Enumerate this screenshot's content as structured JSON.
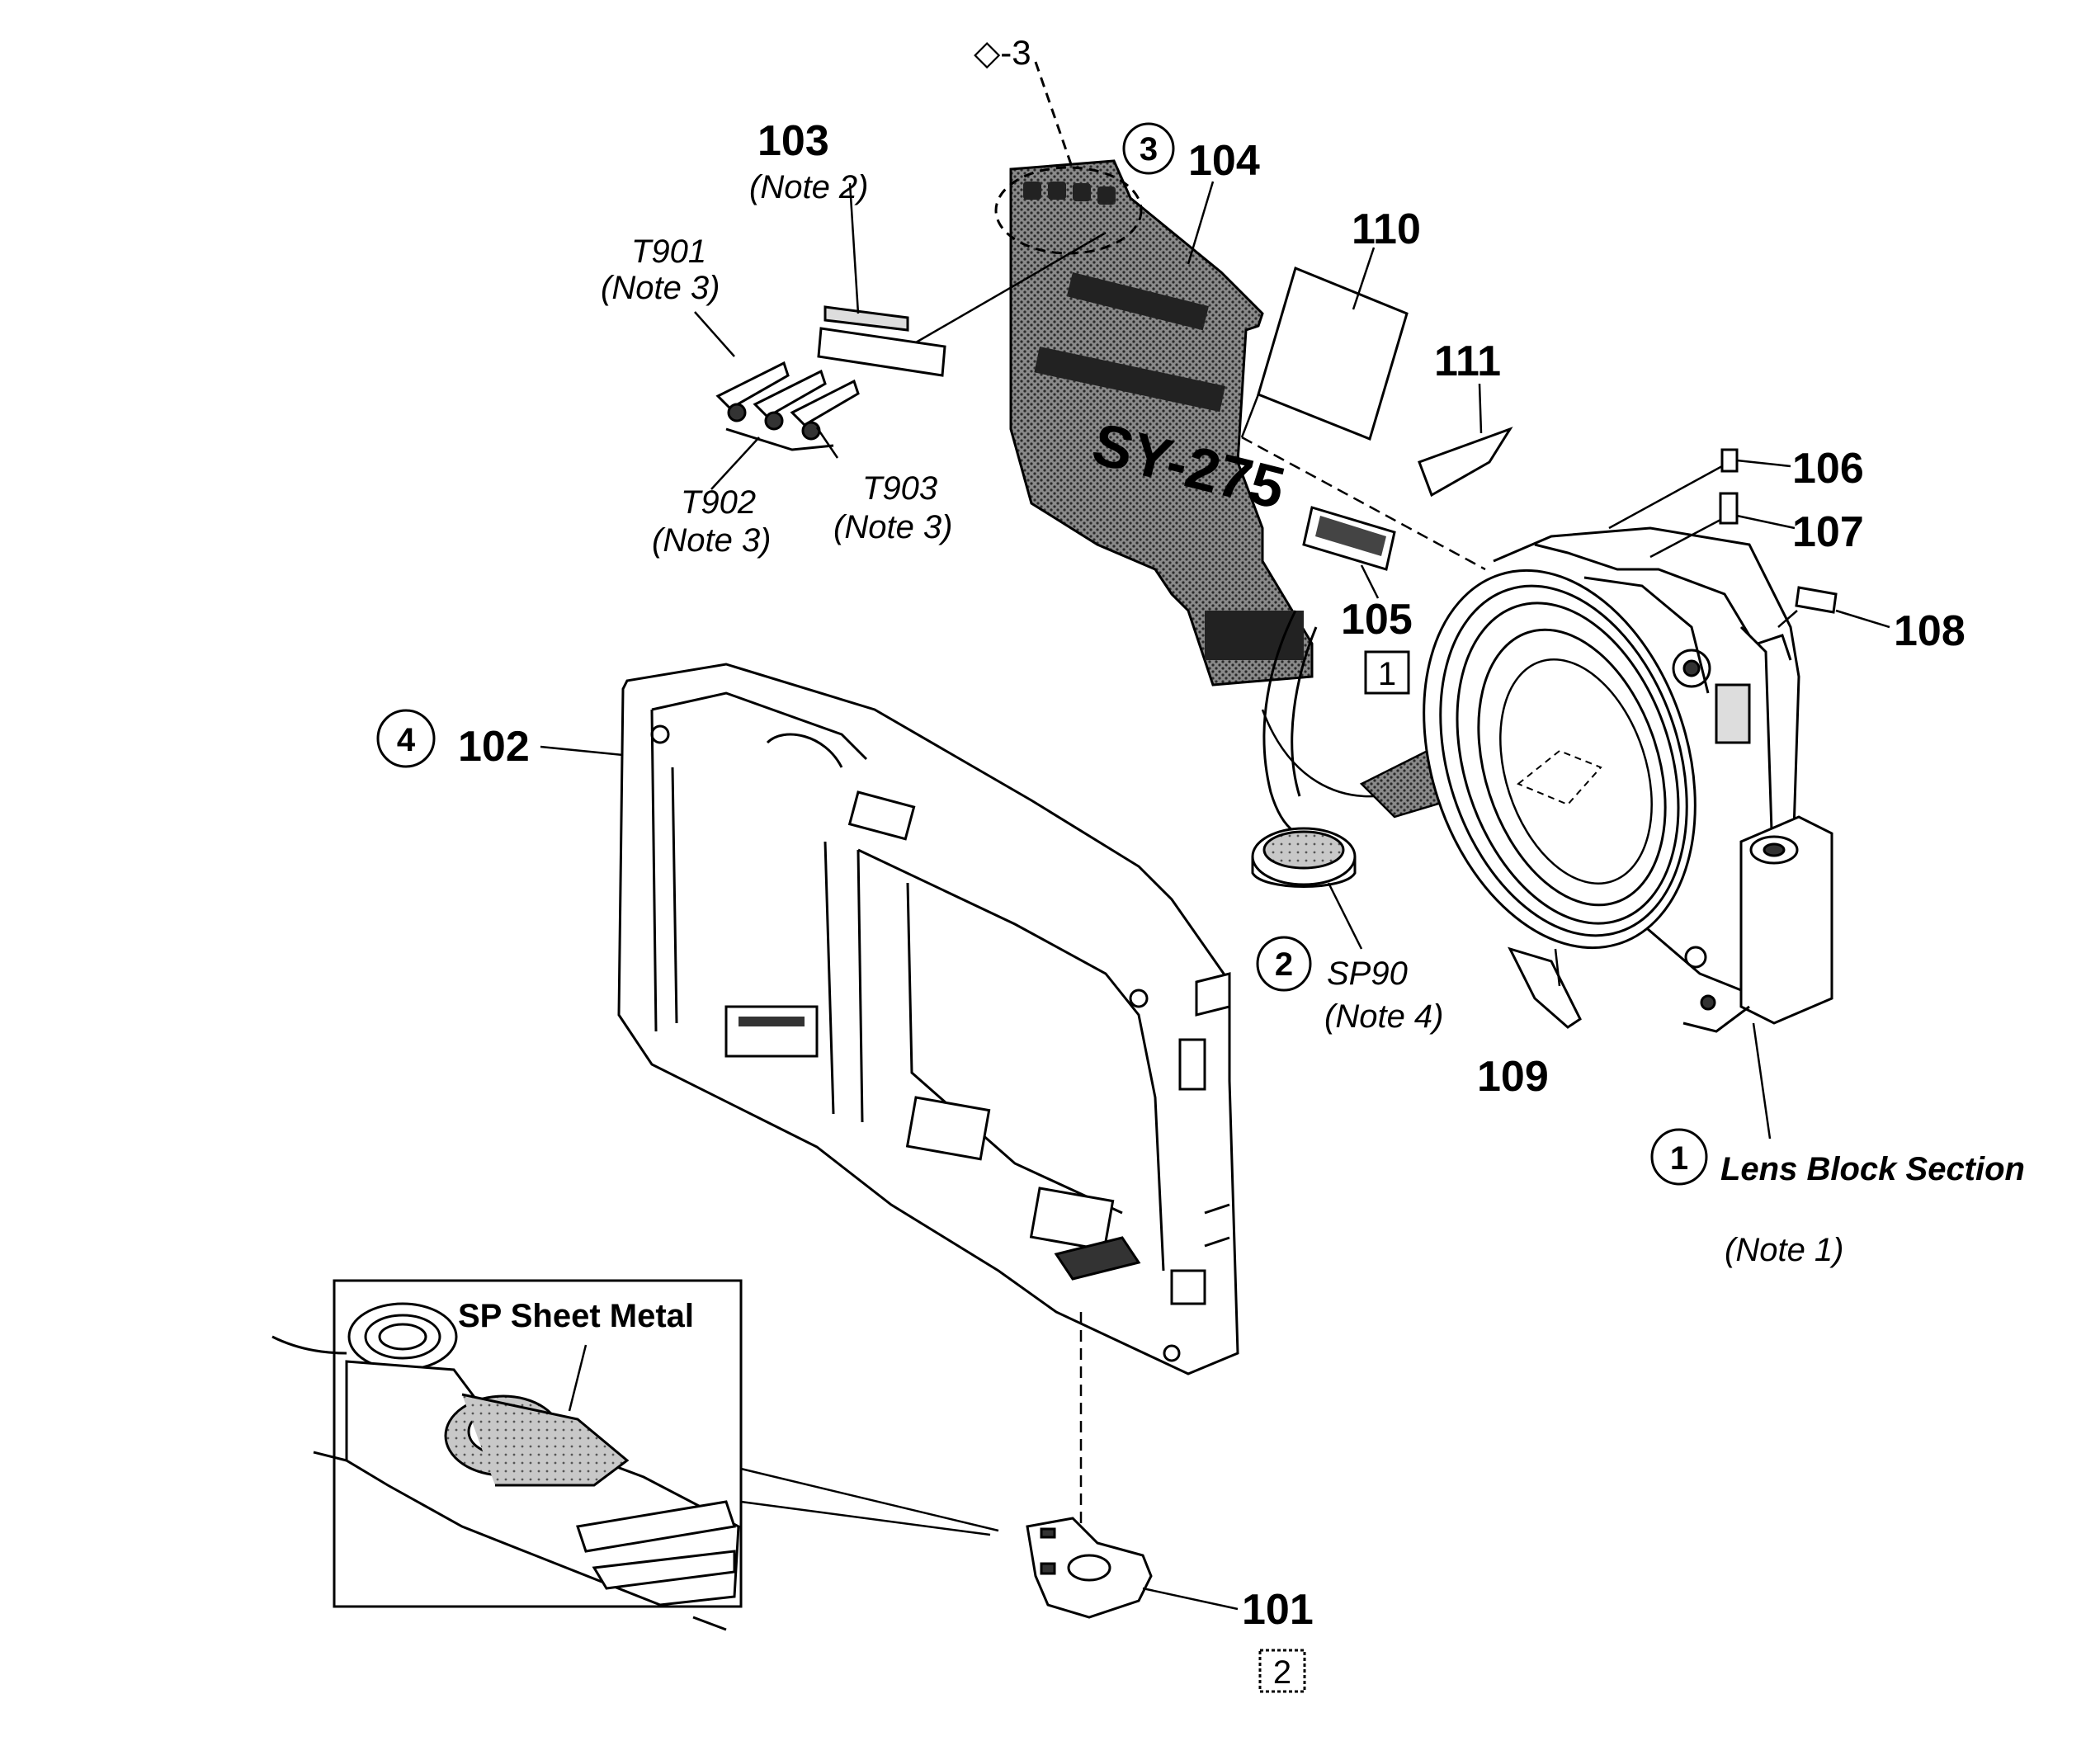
{
  "labels": {
    "diamond_ref": "◇-3",
    "p103": "103",
    "p103_note": "(Note 2)",
    "t901": "T901",
    "t901_note": "(Note 3)",
    "t902": "T902",
    "t902_note": "(Note 3)",
    "t903": "T903",
    "t903_note": "(Note 3)",
    "c3": "3",
    "p104": "104",
    "p110": "110",
    "p111": "111",
    "p106": "106",
    "p107": "107",
    "p108": "108",
    "p105": "105",
    "box1": "1",
    "c4": "4",
    "p102": "102",
    "c2": "2",
    "sp90": "SP90",
    "sp90_note": "(Note 4)",
    "p109": "109",
    "c1": "1",
    "lens_section": "Lens Block Section",
    "lens_note": "(Note 1)",
    "sp_sheet": "SP Sheet Metal",
    "p101": "101",
    "box2": "2",
    "board_marking": "SY-275"
  },
  "colors": {
    "ink": "#000000",
    "background": "#ffffff",
    "board_fill": "#6e6e6e"
  }
}
